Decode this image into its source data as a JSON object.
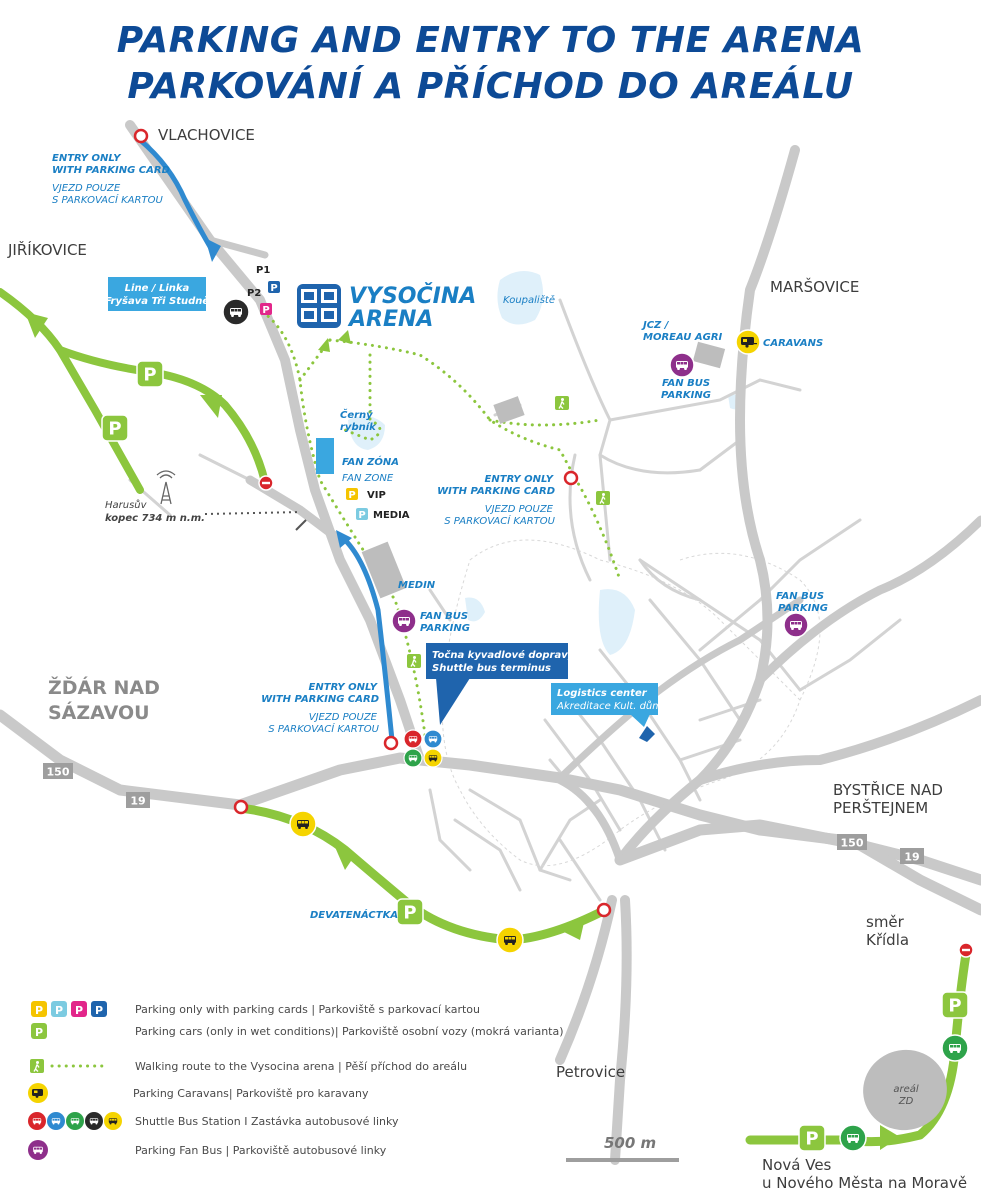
{
  "title": {
    "line1": "PARKING AND ENTRY TO THE ARENA",
    "line2": "PARKOVÁNÍ A PŘÍCHOD DO AREÁLU"
  },
  "places": {
    "vlachovice": "VLACHOVICE",
    "jirikovice": "JIŘÍKOVICE",
    "marsovice": "MARŠOVICE",
    "zdar_line1": "ŽĎÁR NAD",
    "zdar_line2": "SÁZAVOU",
    "bystrice_line1": "BYSTŘICE NAD",
    "bystrice_line2": "PERŠTEJNEM",
    "krdla_line1": "směr",
    "krdla_line2": "Křídla",
    "petrovice": "Petrovice",
    "novaves_line1": "Nová Ves",
    "novaves_line2": "u Nového Města na Moravě"
  },
  "roads": {
    "r150": "150",
    "r19": "19"
  },
  "labels": {
    "entry1_en1": "ENTRY ONLY",
    "entry1_en2": "WITH PARKING CARD",
    "entry1_cz1": "VJEZD POUZE",
    "entry1_cz2": "S PARKOVACÍ KARTOU",
    "entry2_en1": "ENTRY ONLY",
    "entry2_en2": "WITH PARKING CARD",
    "entry2_cz1": "VJEZD POUZE",
    "entry2_cz2": "S PARKOVACÍ KARTOU",
    "entry3_en1": "ENTRY ONLY",
    "entry3_en2": "WITH PARKING CARD",
    "entry3_cz1": "VJEZD POUZE",
    "entry3_cz2": "S PARKOVACÍ KARTOU",
    "line_box1": "Line / Linka",
    "line_box2": "Fryšava Tři Studně",
    "p1": "P1",
    "p2": "P2",
    "arena1": "VYSOČINA",
    "arena2": "ARENA",
    "koupaliste": "Koupaliště",
    "jcz1": "JCZ /",
    "jcz2": "MOREAU AGRI",
    "caravans": "CARAVANS",
    "fanbus_park1": "FAN BUS",
    "fanbus_park2": "PARKING",
    "cerny1": "Černý",
    "cerny2": "rybník",
    "fanzona": "FAN ZÓNA",
    "fanzone": "FAN ZONE",
    "vip": "VIP",
    "media": "MEDIA",
    "harusuv1": "Harusův",
    "harusuv2": "kopec 734 m n.m.",
    "medin": "MEDIN",
    "fanbus2_1": "FAN BUS",
    "fanbus2_2": "PARKING",
    "fanbus3_1": "FAN BUS",
    "fanbus3_2": "PARKING",
    "shuttle1": "Točna kyvadlové dopravy",
    "shuttle2": "Shuttle bus terminus",
    "logistics1": "Logistics center",
    "logistics2": "Akreditace Kult. dům",
    "devatenactka": "DEVATENÁCTKA",
    "areal1": "areál",
    "areal2": "ZD",
    "scale": "500 m",
    "p_letter": "P"
  },
  "legend": [
    {
      "text": "Parking only with parking cards | Parkoviště s parkovací kartou"
    },
    {
      "text": "Parking cars (only in wet conditions)| Parkoviště osobní vozy (mokrá varianta)"
    },
    {
      "text": "Walking route to the Vysocina arena | Pěší příchod do areálu"
    },
    {
      "text": "Parking Caravans| Parkoviště pro karavany"
    },
    {
      "text": "Shuttle Bus Station I Zastávka autobusové linky"
    },
    {
      "text": "Parking Fan Bus | Parkoviště autobusové linky"
    }
  ],
  "colors": {
    "title_blue": "#0d4a96",
    "route_blue": "#2f8ad0",
    "route_green": "#8cc63e",
    "road_grey": "#c9c9c9",
    "fanbus_purple": "#8e2f8b",
    "shuttle_yellow": "#f5d400",
    "shuttle_red": "#d9262b",
    "shuttle_green": "#2ea34a",
    "parking_magenta": "#e2268a",
    "parking_blue": "#1f64ad",
    "parking_cyan": "#7ccbe1"
  }
}
